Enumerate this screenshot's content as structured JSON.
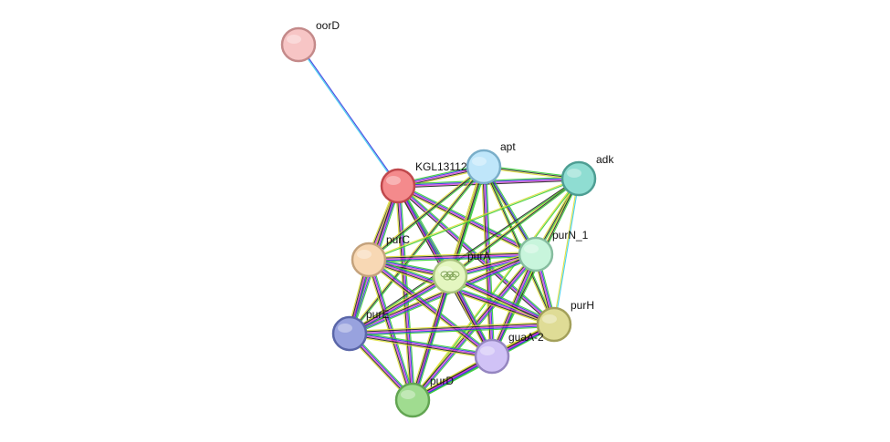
{
  "network": {
    "nodes": [
      {
        "id": "oorD",
        "label": "oorD",
        "fill": "#f7c5c5",
        "stroke": "#c48a8a"
      },
      {
        "id": "KGL13112",
        "label": "KGL13112",
        "fill": "#f48a8c",
        "stroke": "#c0484c"
      },
      {
        "id": "apt",
        "label": "apt",
        "fill": "#bfe6fa",
        "stroke": "#7aaec9"
      },
      {
        "id": "adk",
        "label": "adk",
        "fill": "#8fddd2",
        "stroke": "#4e9e93"
      },
      {
        "id": "purN_1",
        "label": "purN_1",
        "fill": "#c8f5dc",
        "stroke": "#86bd9f"
      },
      {
        "id": "purC",
        "label": "purC",
        "fill": "#f8d8b4",
        "stroke": "#c4a27c"
      },
      {
        "id": "purA",
        "label": "purA",
        "fill": "#e4f6c0",
        "stroke": "#a9c47e",
        "has_structure_icon": true
      },
      {
        "id": "purH",
        "label": "purH",
        "fill": "#dfdc96",
        "stroke": "#a3a05a"
      },
      {
        "id": "purE",
        "label": "purE",
        "fill": "#98a2de",
        "stroke": "#5a66a8"
      },
      {
        "id": "guaA-2",
        "label": "guaA-2",
        "fill": "#d0c2f6",
        "stroke": "#9586c0"
      },
      {
        "id": "purD",
        "label": "purD",
        "fill": "#a0dc90",
        "stroke": "#62a552"
      }
    ],
    "edges": [
      {
        "from": "oorD",
        "to": "KGL13112",
        "evidence": [
          "blue",
          "cyan"
        ]
      },
      {
        "from": "KGL13112",
        "to": "apt",
        "evidence": [
          "green",
          "blue",
          "magenta",
          "black",
          "yellow"
        ]
      },
      {
        "from": "KGL13112",
        "to": "adk",
        "evidence": [
          "green",
          "blue",
          "magenta",
          "black"
        ]
      },
      {
        "from": "KGL13112",
        "to": "purN_1",
        "evidence": [
          "green",
          "blue",
          "magenta",
          "black",
          "yellow"
        ]
      },
      {
        "from": "KGL13112",
        "to": "purC",
        "evidence": [
          "green",
          "blue",
          "magenta",
          "black",
          "yellow"
        ]
      },
      {
        "from": "KGL13112",
        "to": "purA",
        "evidence": [
          "green",
          "blue",
          "magenta",
          "black",
          "yellow"
        ]
      },
      {
        "from": "KGL13112",
        "to": "purH",
        "evidence": [
          "green",
          "blue",
          "magenta",
          "black"
        ]
      },
      {
        "from": "KGL13112",
        "to": "purE",
        "evidence": [
          "green",
          "blue",
          "magenta",
          "black",
          "yellow"
        ]
      },
      {
        "from": "KGL13112",
        "to": "guaA-2",
        "evidence": [
          "green",
          "blue",
          "magenta",
          "black"
        ]
      },
      {
        "from": "KGL13112",
        "to": "purD",
        "evidence": [
          "green",
          "blue",
          "magenta",
          "black",
          "yellow"
        ]
      },
      {
        "from": "apt",
        "to": "adk",
        "evidence": [
          "green",
          "black",
          "yellow"
        ]
      },
      {
        "from": "apt",
        "to": "purN_1",
        "evidence": [
          "green",
          "blue",
          "black",
          "yellow"
        ]
      },
      {
        "from": "apt",
        "to": "purC",
        "evidence": [
          "green",
          "black",
          "yellow"
        ]
      },
      {
        "from": "apt",
        "to": "purA",
        "evidence": [
          "green",
          "blue",
          "magenta",
          "black",
          "yellow"
        ]
      },
      {
        "from": "apt",
        "to": "purH",
        "evidence": [
          "green",
          "black",
          "yellow"
        ]
      },
      {
        "from": "apt",
        "to": "purE",
        "evidence": [
          "green",
          "black",
          "yellow"
        ]
      },
      {
        "from": "apt",
        "to": "guaA-2",
        "evidence": [
          "green",
          "blue",
          "magenta",
          "black",
          "yellow"
        ]
      },
      {
        "from": "apt",
        "to": "purD",
        "evidence": [
          "green",
          "black",
          "yellow"
        ]
      },
      {
        "from": "adk",
        "to": "purN_1",
        "evidence": [
          "green",
          "black",
          "yellow"
        ]
      },
      {
        "from": "adk",
        "to": "purA",
        "evidence": [
          "green",
          "black",
          "yellow"
        ]
      },
      {
        "from": "adk",
        "to": "purH",
        "evidence": [
          "cyan",
          "yellow"
        ]
      },
      {
        "from": "adk",
        "to": "purC",
        "evidence": [
          "green",
          "yellow"
        ]
      },
      {
        "from": "adk",
        "to": "purE",
        "evidence": [
          "green",
          "black"
        ]
      },
      {
        "from": "adk",
        "to": "guaA-2",
        "evidence": [
          "green",
          "black",
          "yellow"
        ]
      },
      {
        "from": "adk",
        "to": "purD",
        "evidence": [
          "green",
          "yellow"
        ]
      },
      {
        "from": "purN_1",
        "to": "purC",
        "evidence": [
          "green",
          "blue",
          "magenta",
          "black",
          "yellow"
        ]
      },
      {
        "from": "purN_1",
        "to": "purA",
        "evidence": [
          "green",
          "blue",
          "magenta",
          "black",
          "yellow"
        ]
      },
      {
        "from": "purN_1",
        "to": "purH",
        "evidence": [
          "green",
          "blue",
          "magenta",
          "black",
          "yellow"
        ]
      },
      {
        "from": "purN_1",
        "to": "purE",
        "evidence": [
          "green",
          "blue",
          "magenta",
          "black",
          "yellow"
        ]
      },
      {
        "from": "purN_1",
        "to": "guaA-2",
        "evidence": [
          "green",
          "blue",
          "magenta",
          "black",
          "yellow"
        ]
      },
      {
        "from": "purN_1",
        "to": "purD",
        "evidence": [
          "green",
          "blue",
          "magenta",
          "black",
          "yellow"
        ]
      },
      {
        "from": "purC",
        "to": "purA",
        "evidence": [
          "green",
          "blue",
          "magenta",
          "black",
          "yellow"
        ]
      },
      {
        "from": "purC",
        "to": "purH",
        "evidence": [
          "green",
          "blue",
          "magenta",
          "black",
          "yellow"
        ]
      },
      {
        "from": "purC",
        "to": "purE",
        "evidence": [
          "green",
          "blue",
          "magenta",
          "black",
          "yellow"
        ]
      },
      {
        "from": "purC",
        "to": "guaA-2",
        "evidence": [
          "green",
          "blue",
          "magenta",
          "black",
          "yellow"
        ]
      },
      {
        "from": "purC",
        "to": "purD",
        "evidence": [
          "green",
          "blue",
          "magenta",
          "black",
          "yellow"
        ]
      },
      {
        "from": "purA",
        "to": "purH",
        "evidence": [
          "green",
          "blue",
          "magenta",
          "black",
          "yellow"
        ]
      },
      {
        "from": "purA",
        "to": "purE",
        "evidence": [
          "green",
          "blue",
          "magenta",
          "black",
          "yellow"
        ]
      },
      {
        "from": "purA",
        "to": "guaA-2",
        "evidence": [
          "green",
          "blue",
          "magenta",
          "black",
          "yellow"
        ]
      },
      {
        "from": "purA",
        "to": "purD",
        "evidence": [
          "green",
          "blue",
          "magenta",
          "black",
          "yellow"
        ]
      },
      {
        "from": "purH",
        "to": "purE",
        "evidence": [
          "green",
          "blue",
          "magenta",
          "black",
          "yellow"
        ]
      },
      {
        "from": "purH",
        "to": "guaA-2",
        "evidence": [
          "green",
          "blue",
          "magenta",
          "black",
          "yellow"
        ]
      },
      {
        "from": "purH",
        "to": "purD",
        "evidence": [
          "green",
          "blue",
          "magenta",
          "black",
          "yellow"
        ]
      },
      {
        "from": "purE",
        "to": "guaA-2",
        "evidence": [
          "green",
          "blue",
          "magenta",
          "black",
          "yellow"
        ]
      },
      {
        "from": "purE",
        "to": "purD",
        "evidence": [
          "green",
          "blue",
          "magenta",
          "black",
          "yellow"
        ]
      },
      {
        "from": "guaA-2",
        "to": "purD",
        "evidence": [
          "green",
          "blue",
          "magenta",
          "black",
          "yellow"
        ]
      }
    ],
    "evidence_colors": {
      "green": "#33cc33",
      "blue": "#3333dd",
      "magenta": "#dd33dd",
      "black": "#222222",
      "yellow": "#dddd33",
      "cyan": "#33ccee"
    }
  }
}
